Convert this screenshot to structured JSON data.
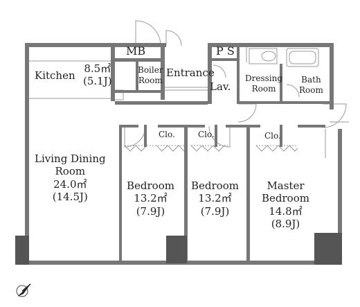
{
  "rooms": {
    "mb": "MB",
    "ps": "P S",
    "kitchen": {
      "name": "Kitchen",
      "area": "8.5㎡",
      "jo": "(5.1J)"
    },
    "boiler": {
      "line1": "Boiler",
      "line2": "Room"
    },
    "entrance": "Entrance",
    "lav": "Lav.",
    "dressing": {
      "line1": "Dressing",
      "line2": "Room"
    },
    "bath": {
      "line1": "Bath",
      "line2": "Room"
    },
    "closets": [
      "Clo.",
      "Clo.",
      "Clo."
    ],
    "living": {
      "line1": "Living Dining",
      "line2": "Room",
      "area": "24.0㎡",
      "jo": "(14.5J)"
    },
    "bedroom1": {
      "name": "Bedroom",
      "area": "13.2㎡",
      "jo": "(7.9J)"
    },
    "bedroom2": {
      "name": "Bedroom",
      "area": "13.2㎡",
      "jo": "(7.9J)"
    },
    "master": {
      "line1": "Master",
      "line2": "Bedroom",
      "area": "14.8㎡",
      "jo": "(8.9J)"
    }
  },
  "colors": {
    "wall": "#777777",
    "column": "#555555",
    "line": "#9a9a9a"
  },
  "icons": {
    "compass": "north-arrow-icon"
  }
}
